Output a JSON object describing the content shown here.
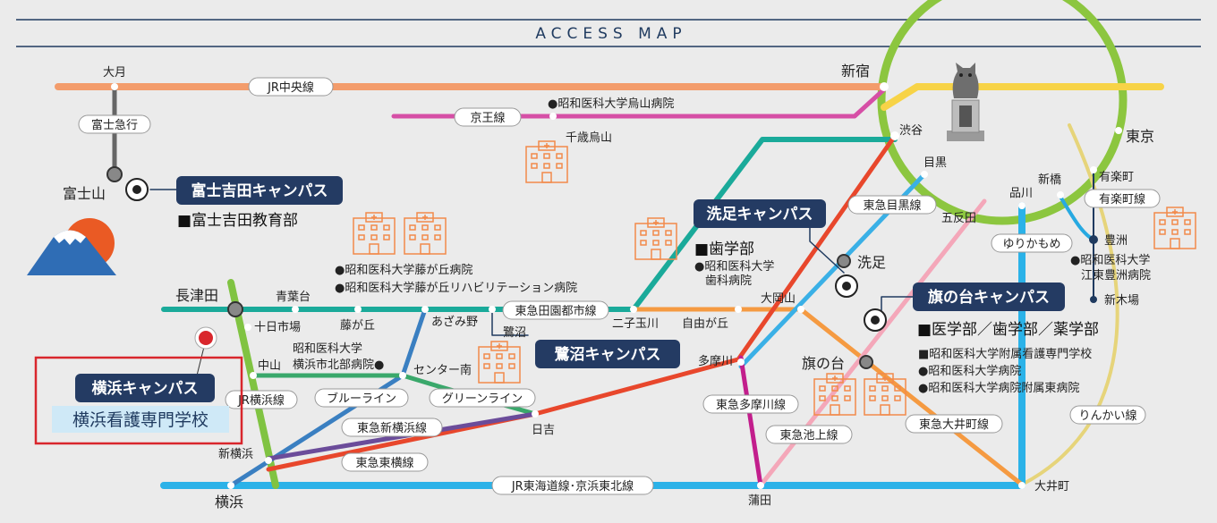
{
  "header": {
    "title": "ACCESS MAP"
  },
  "lines": {
    "chuo": "JR中央線",
    "keio": "京王線",
    "fujikyu": "富士急行",
    "denentoshi": "東急田園都市線",
    "meguro": "東急目黒線",
    "yurikamome": "ゆりかもめ",
    "yurakucho": "有楽町線",
    "blue": "ブルーライン",
    "green": "グリーンライン",
    "jr_yokohama": "JR横浜線",
    "shinyokohama": "東急新横浜線",
    "toyoko": "東急東横線",
    "tamagawa": "東急多摩川線",
    "ikegami": "東急池上線",
    "oimachi": "東急大井町線",
    "rinkai": "りんかい線",
    "tokaido": "JR東海道線･京浜東北線"
  },
  "stations": {
    "otsuki": "大月",
    "fujisan": "富士山",
    "shinjuku": "新宿",
    "shibuya": "渋谷",
    "meguro": "目黒",
    "gotanda": "五反田",
    "shinagawa": "品川",
    "shinbashi": "新橋",
    "yurakucho": "有楽町",
    "tokyo": "東京",
    "toyosu": "豊洲",
    "shinkiba": "新木場",
    "chitosekarasuyama": "千歳烏山",
    "nagatsuta": "長津田",
    "aobadai": "青葉台",
    "fujigaoka": "藤が丘",
    "azamino": "あざみ野",
    "saginuma": "鷺沼",
    "futakotamagawa": "二子玉川",
    "jiyugaoka": "自由が丘",
    "ookayama": "大岡山",
    "senzoku": "洗足",
    "hatanodai": "旗の台",
    "tamagawa": "多摩川",
    "tokaichiba": "十日市場",
    "nakayama": "中山",
    "centerminami": "センター南",
    "hiyoshi": "日吉",
    "shinyokohama": "新横浜",
    "yokohama": "横浜",
    "kamata": "蒲田",
    "oimachi": "大井町"
  },
  "campuses": {
    "fujiyoshida": {
      "name": "富士吉田キャンパス",
      "dept": "■富士吉田教育部"
    },
    "senzoku": {
      "name": "洗足キャンパス",
      "dept": "■歯学部",
      "hospital_line1": "●昭和医科大学",
      "hospital_line2": "歯科病院"
    },
    "hatanodai": {
      "name": "旗の台キャンパス",
      "dept": "■医学部／歯学部／薬学部",
      "items": [
        "■昭和医科大学附属看護専門学校",
        "●昭和医科大学病院",
        "●昭和医科大学病院附属東病院"
      ]
    },
    "saginuma": {
      "name": "鷺沼キャンパス"
    },
    "yokohama": {
      "name": "横浜キャンパス",
      "school": "横浜看護専門学校"
    }
  },
  "hospitals": {
    "karasuyama": "●昭和医科大学烏山病院",
    "fujigaoka": "●昭和医科大学藤が丘病院",
    "fujigaoka_rehab": "●昭和医科大学藤が丘リハビリテーション病院",
    "northern_line1": "昭和医科大学",
    "northern_line2": "横浜市北部病院●",
    "koto_line1": "●昭和医科大学",
    "koto_line2": "江東豊洲病院"
  },
  "colors": {
    "chuo": "#f39c6b",
    "keio": "#d64fa6",
    "yamanote": "#8cc63f",
    "ginza": "#f7d347",
    "denentoshi": "#1aaa9a",
    "meguro": "#3ab0e6",
    "oimachi": "#f59a41",
    "ikegami": "#f4a7b9",
    "tamagawa": "#c21e8c",
    "toyoko": "#e8472c",
    "blue": "#3a7fc1",
    "green": "#3aa86b",
    "yokohama_line": "#80c342",
    "shinyokohama": "#6b4c9a",
    "tokaido": "#2bb2e8",
    "rinkai": "#e6d47a",
    "yurikamome": "#27a9e1",
    "fujikyu": "#666666",
    "campus_label": "#243b63",
    "accent_red": "#d9262c"
  }
}
